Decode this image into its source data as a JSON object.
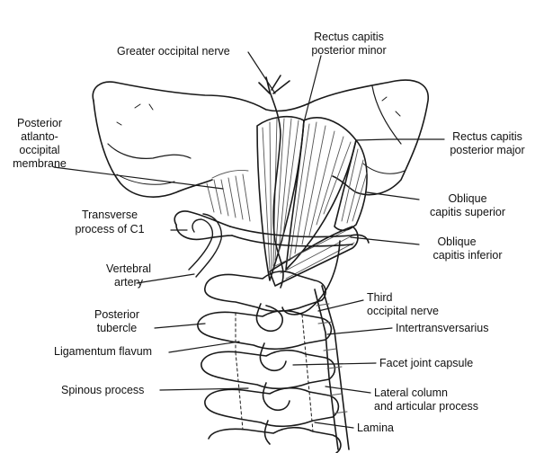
{
  "labels": {
    "greater_occipital_nerve": "Greater occipital nerve",
    "rectus_minor_1": "Rectus capitis",
    "rectus_minor_2": "posterior minor",
    "post_aom_1": "Posterior",
    "post_aom_2": "atlanto-",
    "post_aom_3": "occipital",
    "post_aom_4": "membrane",
    "rectus_major_1": "Rectus capitis",
    "rectus_major_2": "posterior major",
    "oblique_sup_1": "Oblique",
    "oblique_sup_2": "capitis superior",
    "transverse_1": "Transverse",
    "transverse_2": "process of C1",
    "oblique_inf_1": "Oblique",
    "oblique_inf_2": "capitis inferior",
    "vertebral_1": "Vertebral",
    "vertebral_2": "artery",
    "third_occ_1": "Third",
    "third_occ_2": "occipital nerve",
    "post_tubercle_1": "Posterior",
    "post_tubercle_2": "tubercle",
    "intertransversarius": "Intertransversarius",
    "lig_flavum": "Ligamentum flavum",
    "facet_joint": "Facet joint capsule",
    "spinous_process": "Spinous process",
    "lateral_col_1": "Lateral column",
    "lateral_col_2": "and articular process",
    "lamina": "Lamina"
  },
  "colors": {
    "line": "#1a1a1a",
    "shade": "#555555",
    "background": "#ffffff"
  }
}
